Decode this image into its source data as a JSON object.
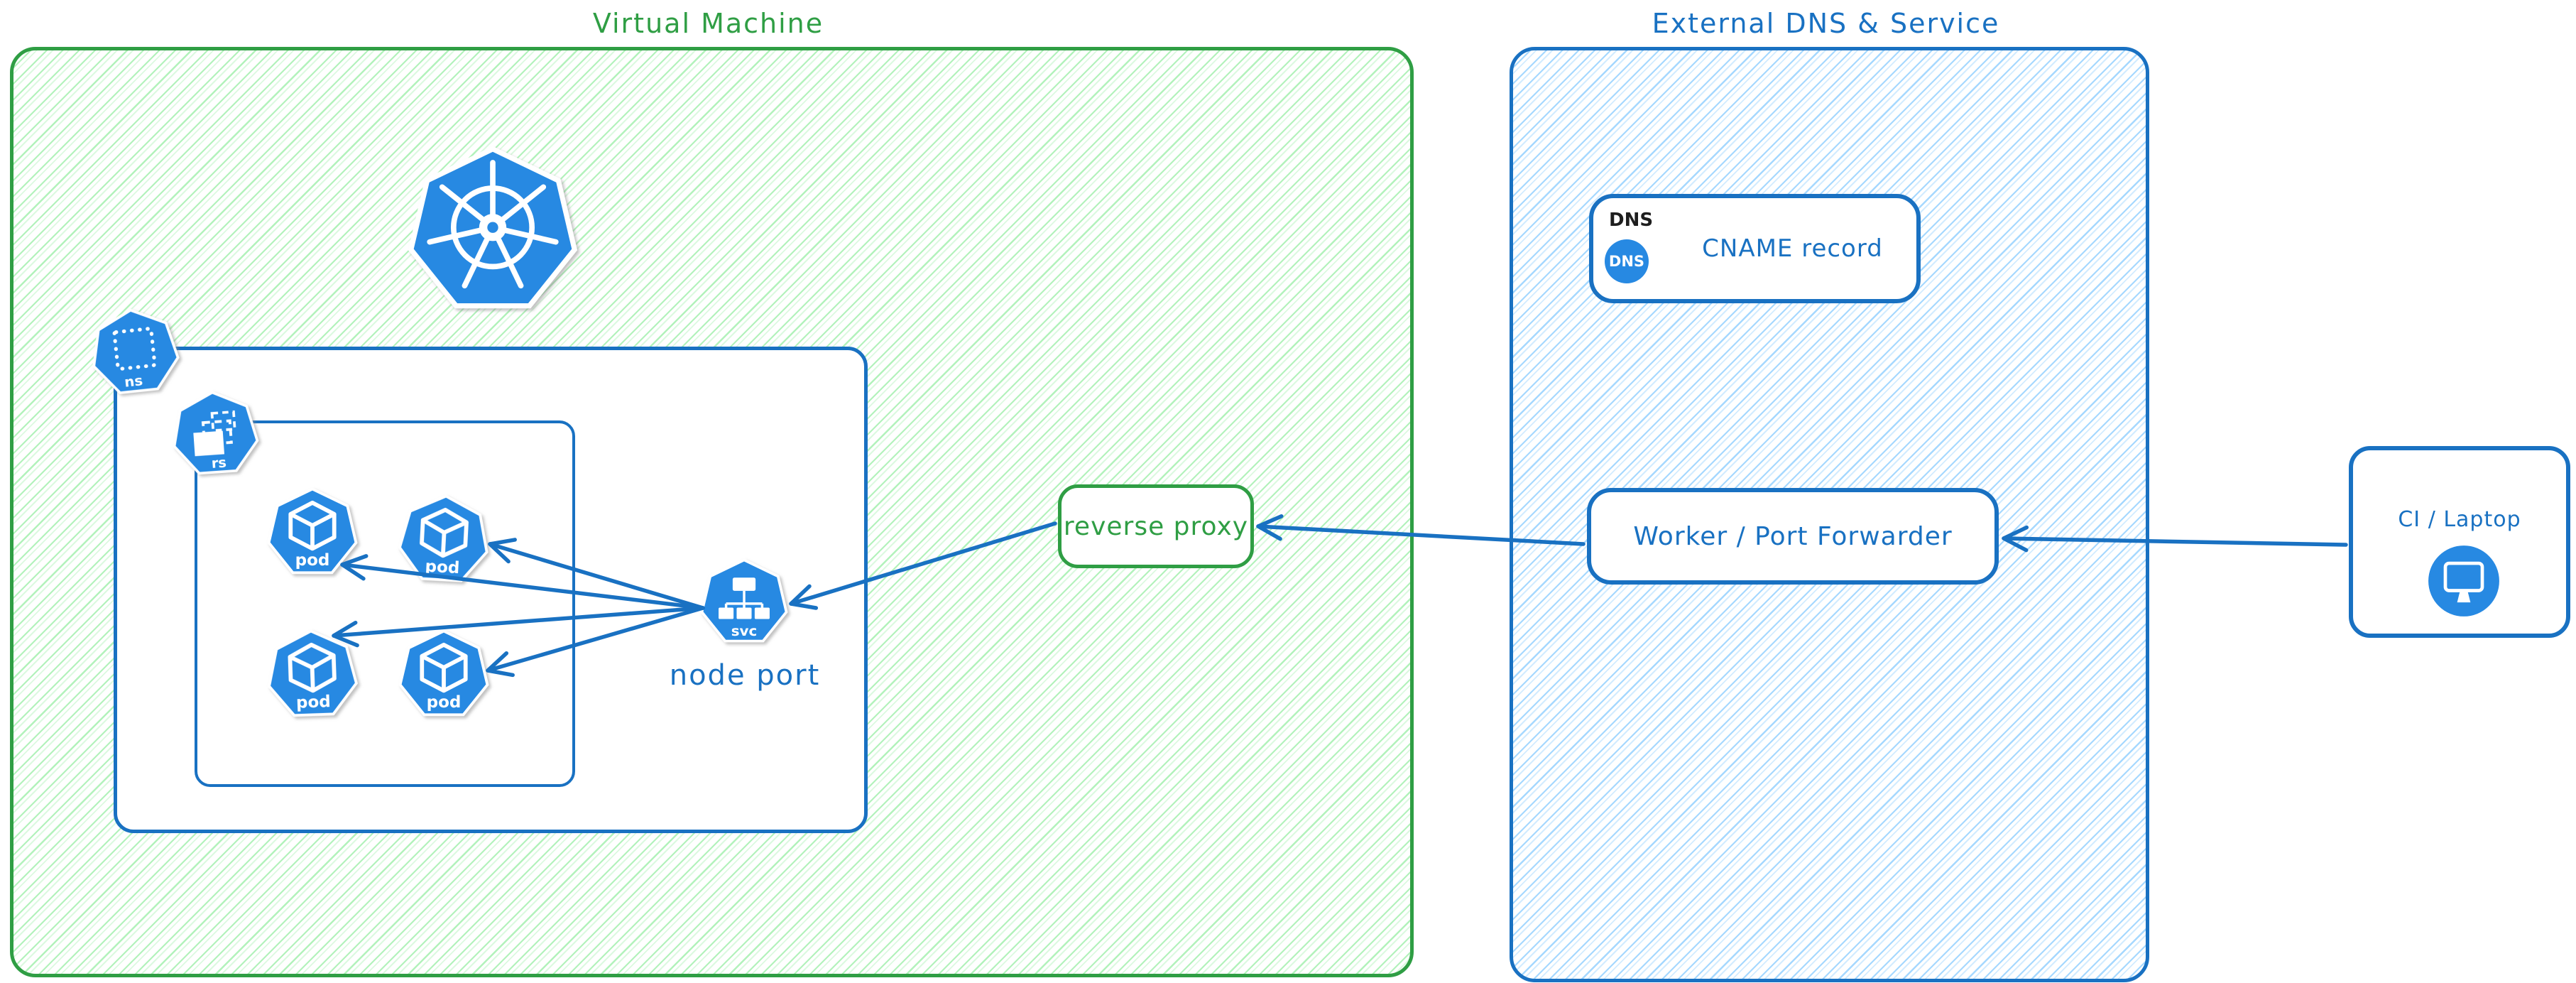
{
  "vm": {
    "title": "Virtual Machine"
  },
  "external": {
    "title": "External DNS & Service"
  },
  "k8s": {
    "ns_label": "ns",
    "rs_label": "rs",
    "pod_label": "pod",
    "svc_label": "svc",
    "node_port_label": "node port"
  },
  "reverse_proxy": {
    "label": "reverse proxy"
  },
  "dns": {
    "tag_label": "DNS",
    "icon_label": "DNS",
    "record_label": "CNAME record"
  },
  "worker": {
    "label": "Worker / Port Forwarder"
  },
  "ci": {
    "label": "CI / Laptop"
  },
  "colors": {
    "vm_accent": "#2f9e44",
    "vm_hatch": "#b2f2bb",
    "external_accent": "#1971c2",
    "external_hatch": "#a5d8ff",
    "icon_blue": "#2789e2",
    "label_black": "#1e1e1e"
  }
}
